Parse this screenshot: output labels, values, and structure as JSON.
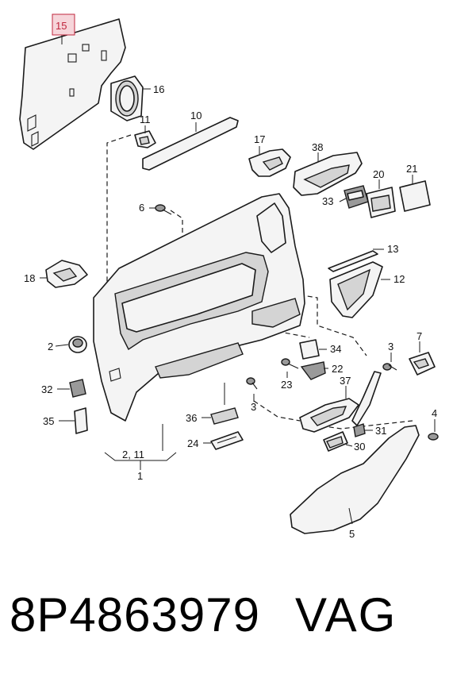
{
  "highlighted_callout": "15",
  "callouts": {
    "c15": "15",
    "c16": "16",
    "c10": "10",
    "c11": "11",
    "c17": "17",
    "c38": "38",
    "c20": "20",
    "c21": "21",
    "c33": "33",
    "c6": "6",
    "c13": "13",
    "c12": "12",
    "c18": "18",
    "c2": "2",
    "c34": "34",
    "c3a": "3",
    "c7": "7",
    "c32": "32",
    "c22": "22",
    "c23": "23",
    "c37": "37",
    "c3b": "3",
    "c4": "4",
    "c35": "35",
    "c36": "36",
    "c31": "31",
    "c24": "24",
    "c30": "30",
    "c211": "2, 11",
    "c1": "1",
    "c5": "5"
  },
  "footer": {
    "part_number": "8P4863979",
    "brand": "VAG"
  },
  "colors": {
    "highlight": "#c0263d",
    "highlight_fill": "#f6d5da"
  }
}
